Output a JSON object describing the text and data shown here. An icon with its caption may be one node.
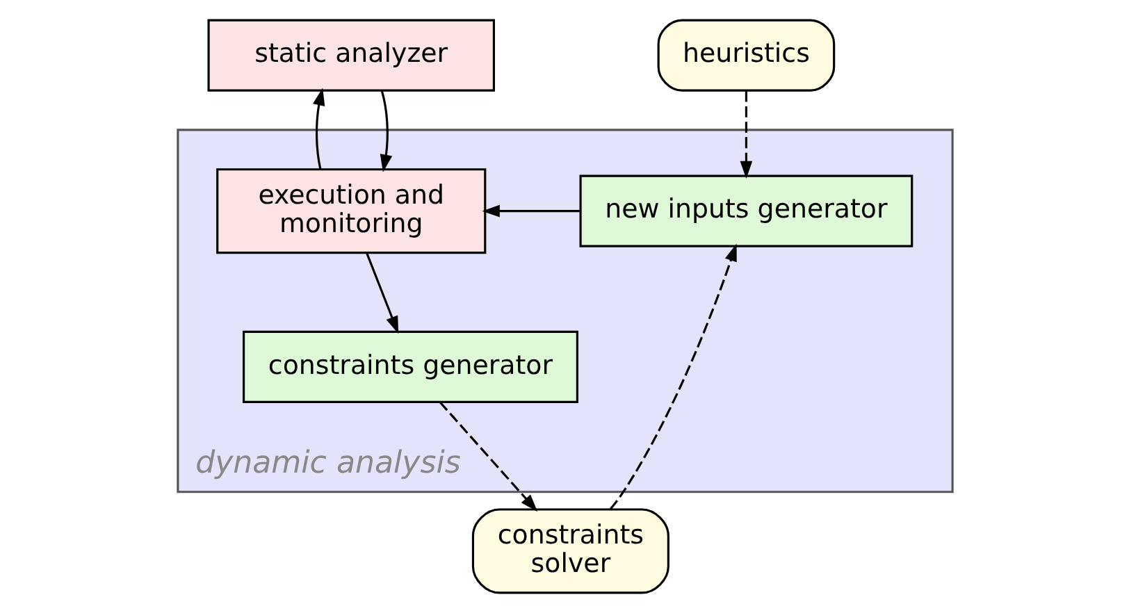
{
  "diagram": {
    "nodes": [
      {
        "text": [
          "static analyzer"
        ]
      },
      {
        "text": [
          "dynamic analysis"
        ]
      },
      {
        "text": [
          "execution and monitoring"
        ],
        "in": 1
      },
      {
        "text": [
          "new inputs generator"
        ],
        "in": 1
      },
      {
        "text": [
          "constraints generator"
        ],
        "in": 1
      },
      {
        "text": [
          "heuristics"
        ]
      },
      {
        "text": [
          "constraints solver"
        ]
      }
    ],
    "edges": [
      {
        "from": 0,
        "to": 2,
        "arrow": "to"
      },
      {
        "from": 2,
        "to": 0,
        "arrow": "to"
      },
      {
        "from": 3,
        "to": 2,
        "arrow": "to"
      },
      {
        "from": 2,
        "to": 4,
        "arrow": "to"
      },
      {
        "from": 5,
        "to": 3,
        "arrow": "to",
        "style": "dashed"
      },
      {
        "from": 6,
        "to": 3,
        "arrow": "to",
        "style": "dashed"
      },
      {
        "from": 4,
        "to": 6,
        "arrow": "to",
        "style": "dashed"
      }
    ]
  }
}
